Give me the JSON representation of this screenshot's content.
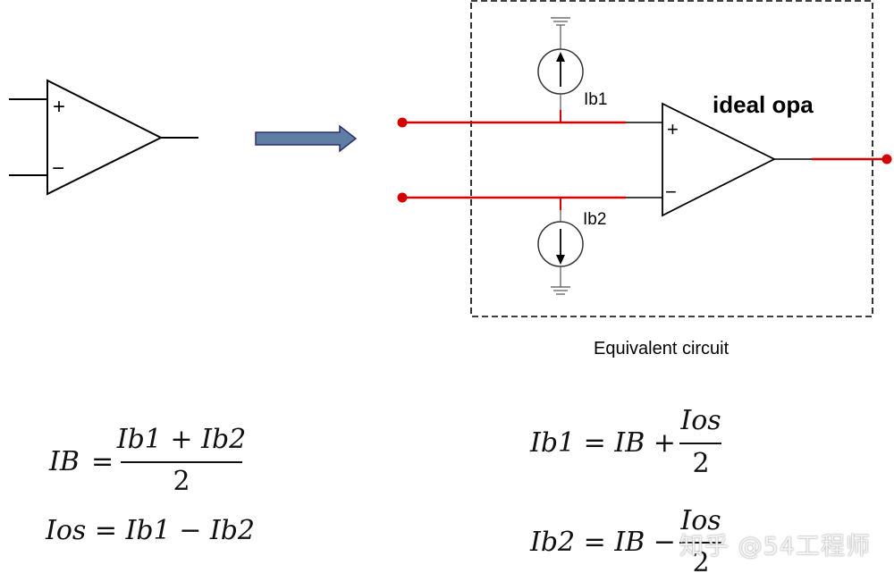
{
  "labels": {
    "plus": "+",
    "minus": "−",
    "ib1": "Ib1",
    "ib2": "Ib2",
    "ideal_opa": "ideal opa",
    "equivalent_circuit": "Equivalent circuit"
  },
  "equations": {
    "ib": {
      "lhs": "IB",
      "eq": "=",
      "numerator": "Ib1 + Ib2",
      "denominator": "2"
    },
    "ios": {
      "text": "Ios = Ib1 − Ib2"
    },
    "ib1": {
      "lhs": "Ib1 = IB +",
      "numerator": "Ios",
      "denominator": "2"
    },
    "ib2": {
      "lhs": "Ib2 = IB −",
      "numerator": "Ios",
      "denominator": "2"
    }
  },
  "watermark": "知乎 @54工程师",
  "colors": {
    "wire_red": "#d40000",
    "arrow_fill": "#5e7ea6",
    "arrow_stroke": "#2e2e6e",
    "line": "#000000"
  }
}
